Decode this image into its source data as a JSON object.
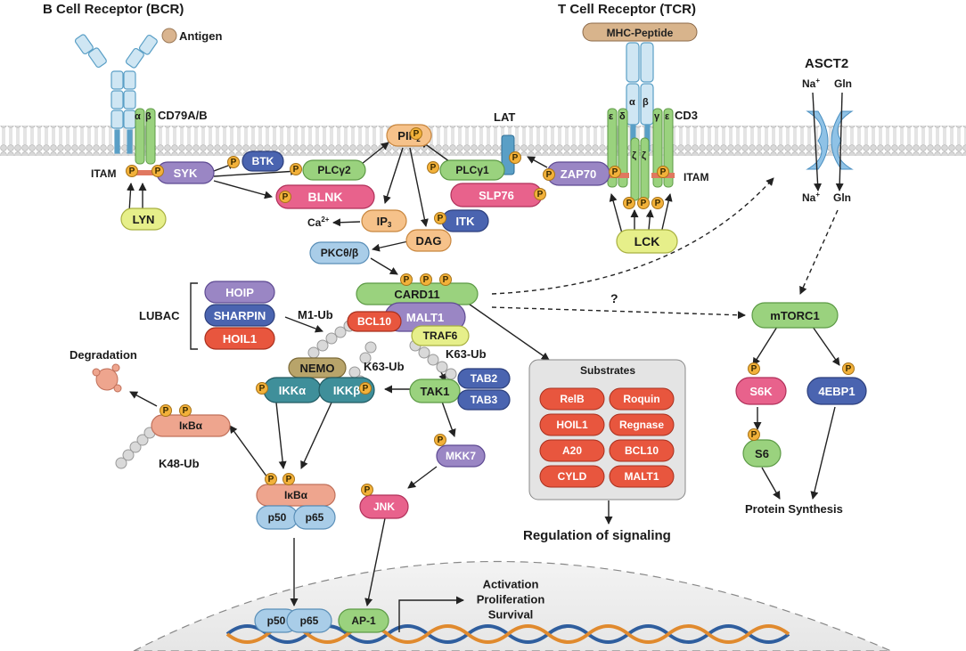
{
  "receptors": {
    "bcr_title": "B Cell Receptor (BCR)",
    "tcr_title": "T Cell Receptor (TCR)",
    "antigen": "Antigen",
    "mhc_peptide": "MHC-Peptide",
    "cd79": "CD79A/B",
    "cd3": "CD3",
    "itam": "ITAM",
    "alpha": "α",
    "beta": "β",
    "gamma": "γ",
    "delta": "δ",
    "epsilon": "ε",
    "zeta": "ζ"
  },
  "asct2": {
    "title": "ASCT2",
    "na": "Na",
    "plus": "+",
    "gln": "Gln"
  },
  "phospho": "P",
  "proteins": {
    "lyn": "LYN",
    "syk": "SYK",
    "btk": "BTK",
    "plcg2": "PLCγ2",
    "blnk": "BLNK",
    "pip2": "PIP",
    "pip2_sub": "2",
    "lat": "LAT",
    "plcg1": "PLCγ1",
    "zap70": "ZAP70",
    "slp76": "SLP76",
    "itk": "ITK",
    "lck": "LCK",
    "ip3": "IP",
    "ip3_sub": "3",
    "ca": "Ca",
    "ca_sup": "2+",
    "dag": "DAG",
    "pkc": "PKCθ/β",
    "hoip": "HOIP",
    "sharpin": "SHARPIN",
    "hoil1": "HOIL1",
    "lubac": "LUBAC",
    "m1ub": "M1-Ub",
    "card11": "CARD11",
    "bcl10": "BCL10",
    "malt1": "MALT1",
    "traf6": "TRAF6",
    "nemo": "NEMO",
    "k63ub_a": "K63-Ub",
    "k63ub_b": "K63-Ub",
    "ikka": "IKKα",
    "ikkb": "IKKβ",
    "tak1": "TAK1",
    "tab2": "TAB2",
    "tab3": "TAB3",
    "mkk7": "MKK7",
    "jnk": "JNK",
    "ikba": "IκBα",
    "ikba2": "IκBα",
    "p50": "p50",
    "p65": "p65",
    "degradation": "Degradation",
    "k48ub": "K48-Ub",
    "mtorc1": "mTORC1",
    "s6k": "S6K",
    "4ebp1": "4EBP1",
    "s6": "S6",
    "protein_synthesis": "Protein Synthesis",
    "question": "?",
    "ap1": "AP-1"
  },
  "substrates": {
    "title": "Substrates",
    "items": [
      "RelB",
      "Roquin",
      "HOIL1",
      "Regnase",
      "A20",
      "BCL10",
      "CYLD",
      "MALT1"
    ],
    "regulation": "Regulation of signaling"
  },
  "nucleus": {
    "outcomes": [
      "Activation",
      "Proliferation",
      "Survival"
    ]
  },
  "colors": {
    "green": "#9ad27e",
    "purple": "#9a86c4",
    "pink": "#e8628c",
    "blue": "#4a64b0",
    "yellow": "#e6ef8a",
    "orange": "#f6c28a",
    "red": "#e8563e",
    "teal": "#3f8f9a",
    "khaki": "#b8a46a",
    "lightblue": "#a9cde8",
    "salmon": "#eea58e",
    "phospho": "#f2b13a"
  }
}
